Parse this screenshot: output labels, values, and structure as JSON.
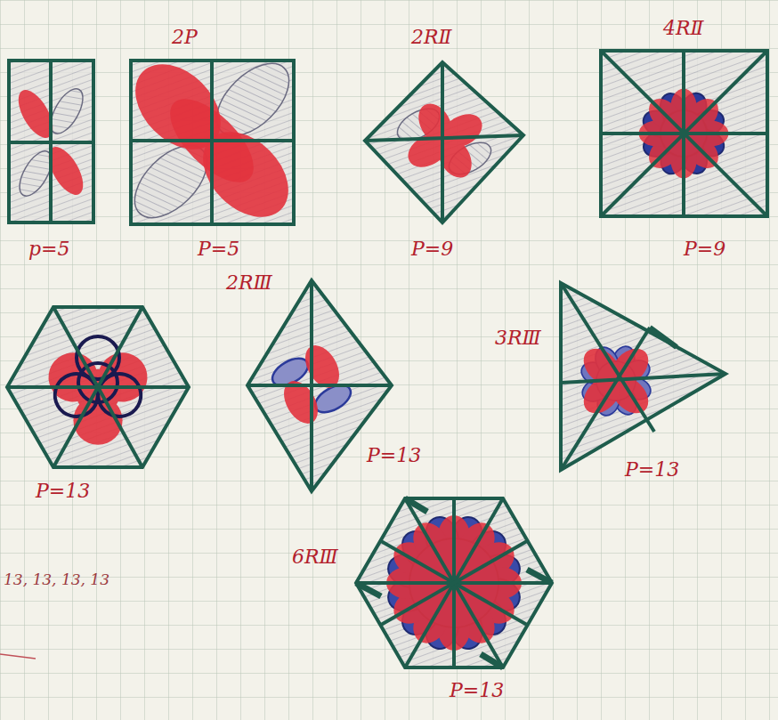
{
  "diagram": {
    "labels": [
      "2P",
      "2RⅡ",
      "4RⅡ",
      "p=5",
      "P=5",
      "P=9",
      "P=9",
      "2RⅢ",
      "3RⅢ",
      "P=13",
      "P=13",
      "P=13",
      "6RⅢ",
      "P=13",
      "13, 13, 13, 13"
    ]
  }
}
